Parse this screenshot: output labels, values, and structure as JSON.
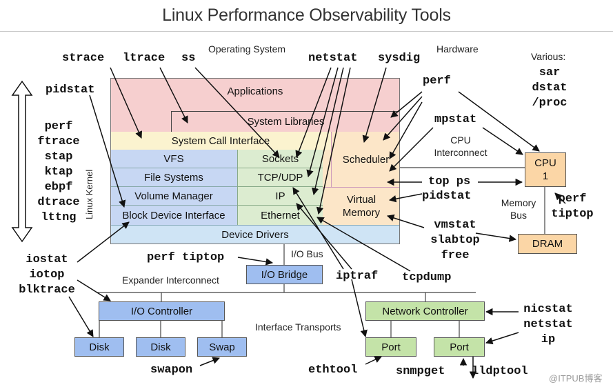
{
  "title": "Linux Performance Observability Tools",
  "sections": {
    "operating_system": "Operating System",
    "hardware": "Hardware",
    "various": "Various:",
    "linux_kernel": "Linux Kernel",
    "cpu_interconnect": "CPU\nInterconnect",
    "memory_bus": "Memory\nBus",
    "io_bus": "I/O Bus",
    "expander_interconnect": "Expander Interconnect",
    "interface_transports": "Interface Transports"
  },
  "layers": {
    "applications": "Applications",
    "system_libraries": "System Libraries",
    "system_call_interface": "System Call Interface",
    "vfs": "VFS",
    "file_systems": "File Systems",
    "volume_manager": "Volume Manager",
    "block_device_interface": "Block Device Interface",
    "sockets": "Sockets",
    "tcp_udp": "TCP/UDP",
    "ip": "IP",
    "ethernet": "Ethernet",
    "scheduler": "Scheduler",
    "virtual_memory": "Virtual\nMemory",
    "device_drivers": "Device Drivers"
  },
  "hardware": {
    "cpu": "CPU\n1",
    "dram": "DRAM",
    "io_bridge": "I/O Bridge",
    "io_controller": "I/O Controller",
    "disk1": "Disk",
    "disk2": "Disk",
    "swap": "Swap",
    "network_controller": "Network Controller",
    "port1": "Port",
    "port2": "Port"
  },
  "tools": {
    "strace": "strace",
    "ltrace": "ltrace",
    "ss": "ss",
    "netstat_top": "netstat",
    "sysdig": "sysdig",
    "perf_top": "perf",
    "pidstat_top": "pidstat",
    "left_stack": "perf\nftrace\nstap\nktap\nebpf\ndtrace\nlttng",
    "various_stack": "sar\ndstat\n/proc",
    "mpstat": "mpstat",
    "top_ps": "top ps",
    "pidstat_mid": "pidstat",
    "perf_tiptop_right": "perf\ntiptop",
    "vmstat_stack": "vmstat\nslabtop\nfree",
    "io_stack": "iostat\niotop\nblktrace",
    "perf_tiptop_bus": "perf tiptop",
    "iptraf": "iptraf",
    "tcpdump": "tcpdump",
    "nic_stack": "nicstat\nnetstat\nip",
    "swapon": "swapon",
    "ethtool": "ethtool",
    "snmpget": "snmpget",
    "lldptool": "lldptool"
  },
  "watermark": "@ITPUB博客",
  "colors": {
    "applications": "#f6cfcf",
    "syscall": "#fbf3cf",
    "kernel_blue": "#c7d7f3",
    "kernel_green": "#dcecd0",
    "kernel_orange": "#fce6c8",
    "device_drivers": "#cfe4f5",
    "hw_blue": "#9fbef0",
    "hw_green": "#c4e3a8",
    "hw_orange": "#fbd6a6"
  }
}
